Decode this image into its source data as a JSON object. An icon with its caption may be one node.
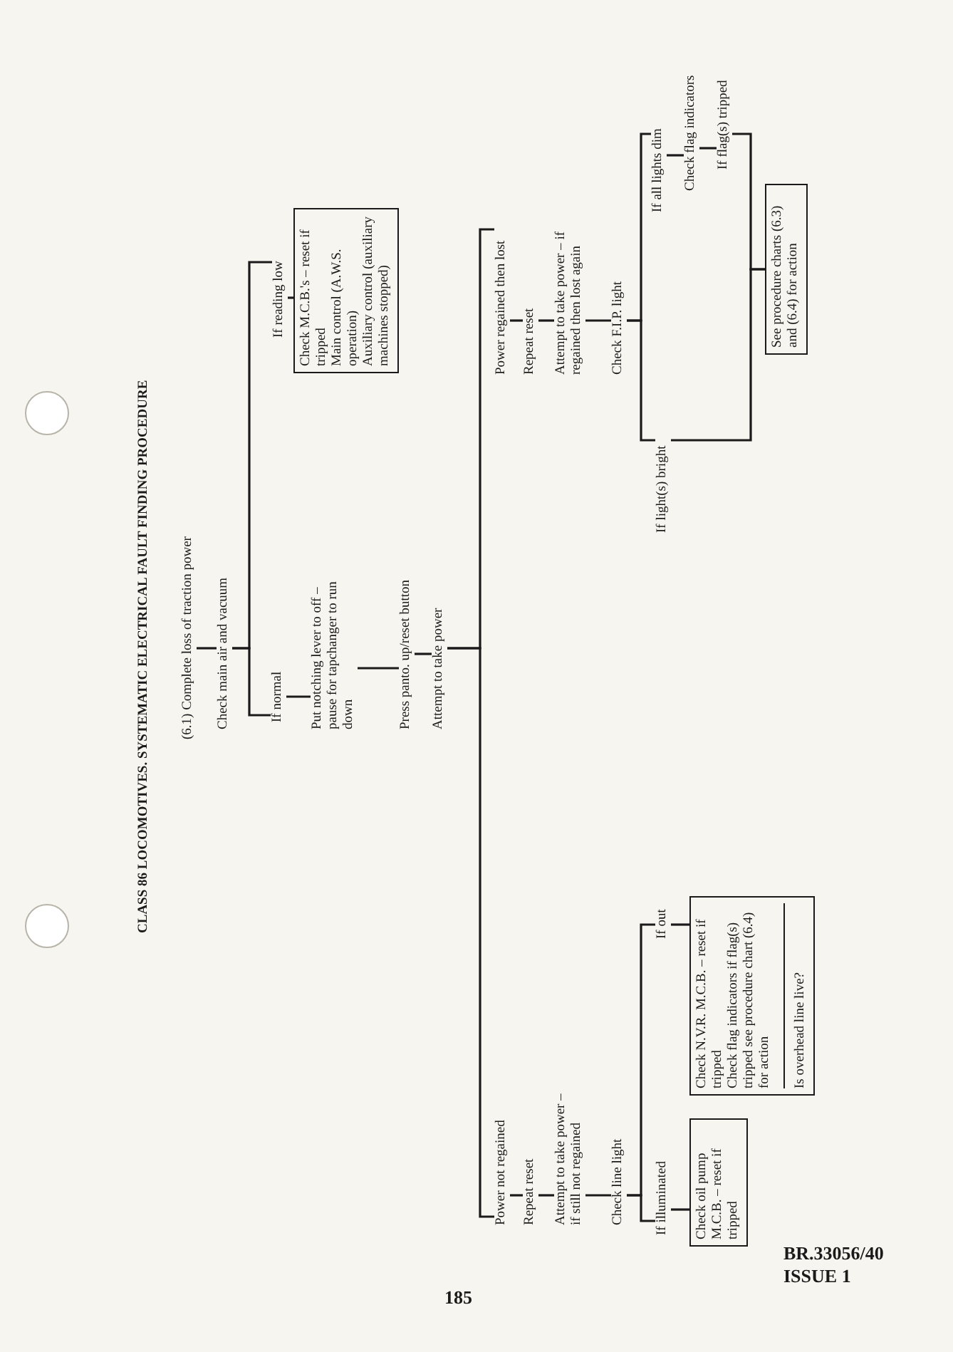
{
  "diagram": {
    "title": "CLASS 86 LOCOMOTIVES. SYSTEMATIC ELECTRICAL FAULT FINDING PROCEDURE",
    "nodes": [
      {
        "text": [
          "(6.1) Complete loss of traction power"
        ]
      },
      {
        "text": [
          "Check main air and vacuum"
        ]
      },
      {
        "text": [
          "If normal"
        ]
      },
      {
        "text": [
          "Put notching lever to off – pause for tapchanger to run down"
        ]
      },
      {
        "text": [
          "Press panto. up/reset button"
        ]
      },
      {
        "text": [
          "Attempt to take power"
        ]
      },
      {
        "text": [
          "If reading low"
        ]
      },
      {
        "text": [
          "Check M.C.B.'s – reset if tripped",
          "Main control (A.W.S. operation)",
          "Auxiliary control (auxiliary machines stopped)"
        ]
      },
      {
        "text": [
          "Power not regained"
        ]
      },
      {
        "text": [
          "Repeat reset"
        ]
      },
      {
        "text": [
          "Attempt to take power – if still not regained"
        ]
      },
      {
        "text": [
          "Check line light"
        ]
      },
      {
        "text": [
          "If illuminated"
        ]
      },
      {
        "text": [
          "Check oil pump M.C.B. – reset if tripped"
        ]
      },
      {
        "text": [
          "If out"
        ]
      },
      {
        "text": [
          "Check N.V.R. M.C.B. – reset if tripped",
          "Check flag indicators if flag(s) tripped see procedure chart (6.4) for action",
          "Is overhead line live?"
        ]
      },
      {
        "text": [
          "Power regained then lost"
        ]
      },
      {
        "text": [
          "Repeat reset"
        ]
      },
      {
        "text": [
          "Attempt to take power – if regained then lost again"
        ]
      },
      {
        "text": [
          "Check F.I.P. light"
        ]
      },
      {
        "text": [
          "If light(s) bright"
        ]
      },
      {
        "text": [
          "If all lights dim"
        ]
      },
      {
        "text": [
          "Check flag indicators"
        ]
      },
      {
        "text": [
          "If flag(s) tripped"
        ]
      },
      {
        "text": [
          "See procedure charts (6.3) and (6.4) for action"
        ]
      }
    ],
    "edges": [
      {
        "from": 0,
        "to": 1,
        "arrow": "none"
      },
      {
        "from": 1,
        "to": 2,
        "arrow": "none"
      },
      {
        "from": 1,
        "to": 6,
        "arrow": "none"
      },
      {
        "from": 2,
        "to": 3,
        "arrow": "none"
      },
      {
        "from": 3,
        "to": 4,
        "arrow": "none"
      },
      {
        "from": 4,
        "to": 5,
        "arrow": "none"
      },
      {
        "from": 5,
        "to": 8,
        "arrow": "none"
      },
      {
        "from": 5,
        "to": 16,
        "arrow": "none"
      },
      {
        "from": 6,
        "to": 7,
        "arrow": "none"
      },
      {
        "from": 8,
        "to": 9,
        "arrow": "none"
      },
      {
        "from": 9,
        "to": 10,
        "arrow": "none"
      },
      {
        "from": 10,
        "to": 11,
        "arrow": "none"
      },
      {
        "from": 11,
        "to": 12,
        "arrow": "none"
      },
      {
        "from": 11,
        "to": 14,
        "arrow": "none"
      },
      {
        "from": 12,
        "to": 13,
        "arrow": "none"
      },
      {
        "from": 14,
        "to": 15,
        "arrow": "none"
      },
      {
        "from": 16,
        "to": 17,
        "arrow": "none"
      },
      {
        "from": 17,
        "to": 18,
        "arrow": "none"
      },
      {
        "from": 18,
        "to": 19,
        "arrow": "none"
      },
      {
        "from": 19,
        "to": 20,
        "arrow": "none"
      },
      {
        "from": 19,
        "to": 21,
        "arrow": "none"
      },
      {
        "from": 21,
        "to": 22,
        "arrow": "none"
      },
      {
        "from": 22,
        "to": 23,
        "arrow": "none"
      },
      {
        "from": 20,
        "to": 24,
        "arrow": "none"
      },
      {
        "from": 23,
        "to": 24,
        "arrow": "none"
      }
    ],
    "labels": [
      "185",
      "BR.33056/40",
      "ISSUE 1"
    ]
  }
}
